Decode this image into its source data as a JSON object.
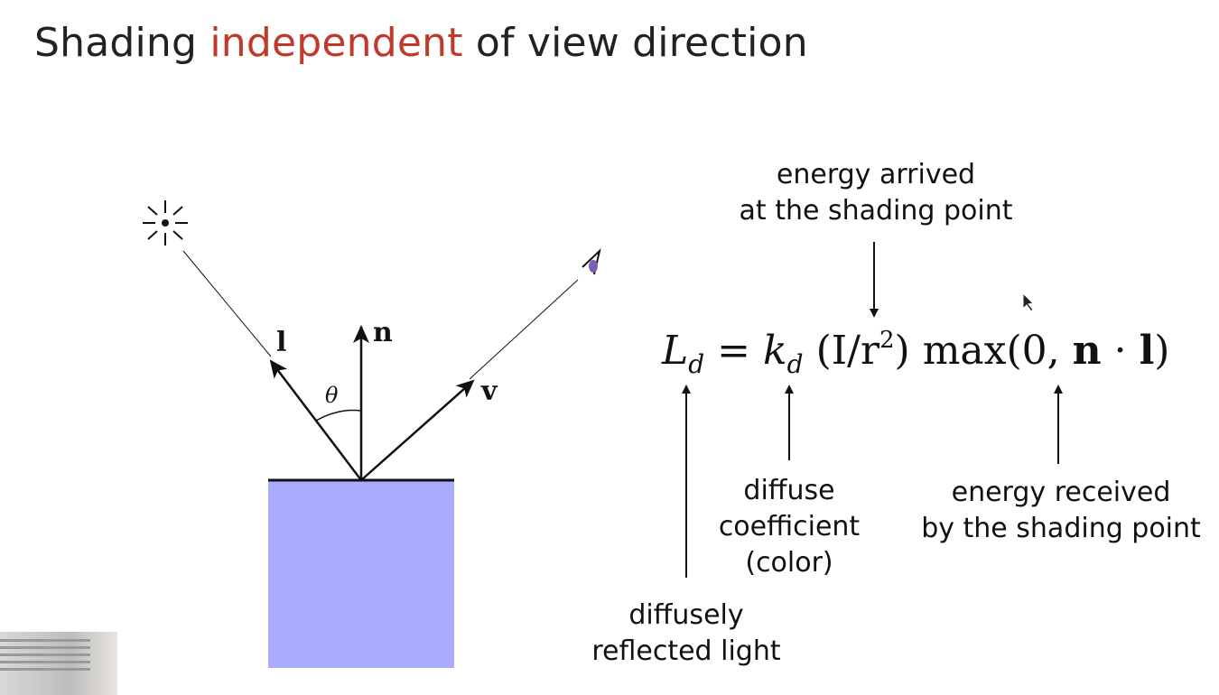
{
  "title": {
    "prefix": "Shading ",
    "highlight": "independent",
    "suffix": " of view direction",
    "highlight_color": "#c0392b"
  },
  "diagram": {
    "vectors": {
      "light": "l",
      "normal": "n",
      "view": "v",
      "angle": "θ"
    },
    "surface_color": "#a9acff",
    "icons": [
      "light-source-icon",
      "eye-icon",
      "mouse-cursor-icon"
    ]
  },
  "formula": {
    "L": "L",
    "L_sub": "d",
    "eq": " = ",
    "k": "k",
    "k_sub": "d",
    "ratio_open": " (I/r",
    "ratio_exp": "2",
    "ratio_close": ")",
    "max_part": " max(0, ",
    "n": "n",
    "dot": " · ",
    "l": "l",
    "close": ")"
  },
  "annotations": {
    "energy_arrived": [
      "energy arrived",
      "at the shading point"
    ],
    "diffusely_reflected": [
      "diffusely",
      "reflected light"
    ],
    "diffuse_coefficient": [
      "diffuse",
      "coefficient",
      "(color)"
    ],
    "energy_received": [
      "energy received",
      "by the shading point"
    ]
  }
}
